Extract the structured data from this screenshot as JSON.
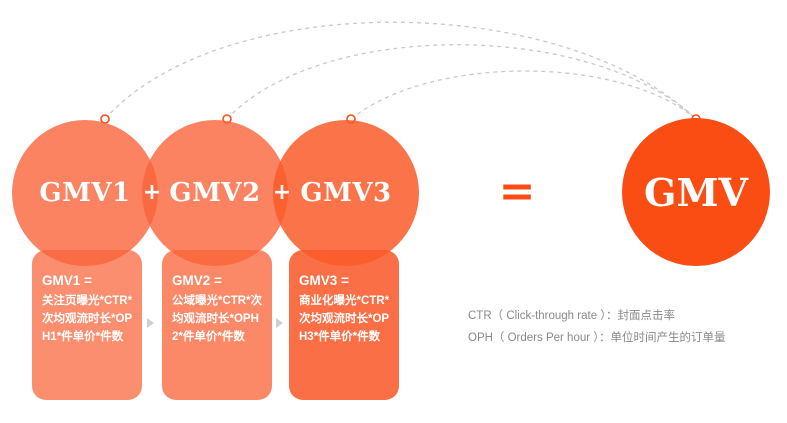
{
  "equation": {
    "terms": [
      {
        "label": "GMV1"
      },
      {
        "label": "GMV2"
      },
      {
        "label": "GMV3"
      }
    ],
    "plus_symbol": "+",
    "equals_symbol": "=",
    "result": "GMV"
  },
  "cards": [
    {
      "title": "GMV1 =",
      "body": "关注页曝光*CTR*次均观流时长*OPH1*件单价*件数"
    },
    {
      "title": "GMV2 =",
      "body": "公域曝光*CTR*次均观流时长*OPH2*件单价*件数"
    },
    {
      "title": "GMV3 =",
      "body": "商业化曝光*CTR*次均观流时长*OPH3*件单价*件数"
    }
  ],
  "legend": {
    "ctr": "CTR（ Click-through rate ）：封面点击率",
    "oph": "OPH（ Orders Per hour ）：单位时间产生的订单量"
  },
  "colors": {
    "accent": "#fa4d14",
    "circle_light": "#fa643a",
    "connector": "#c8c8c8",
    "legend_text": "#8a8a8a"
  }
}
